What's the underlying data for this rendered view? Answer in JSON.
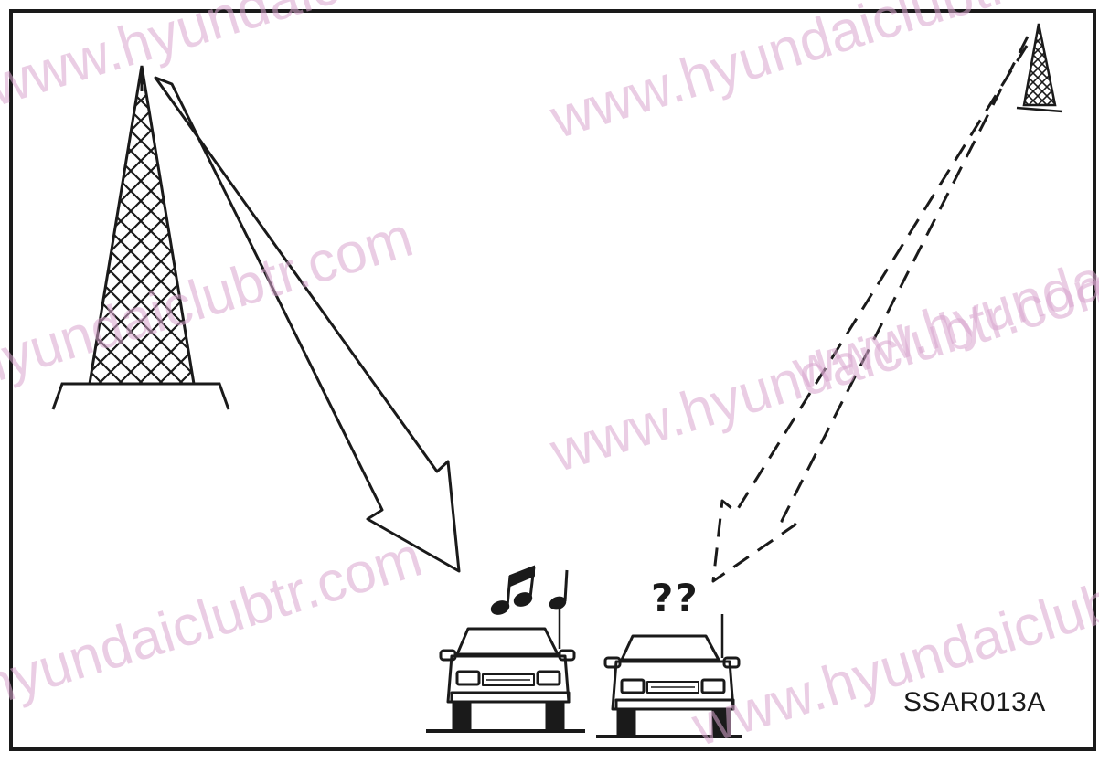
{
  "figure": {
    "code_label": "SSAR013A",
    "question_marks": "??",
    "icons": {
      "left_tower": "broadcast-tower-icon",
      "right_tower": "broadcast-tower-icon",
      "strong_signal": "solid-arrow-icon",
      "weak_signal": "dashed-arrow-icon",
      "music": "music-notes-icon",
      "car_left": "car-icon",
      "car_right": "car-icon"
    }
  },
  "watermarks": [
    "www.hyundaiclubtr.com",
    "www.hyundaiclubtr.com",
    "www.hyundaiclubtr.com",
    "www.hyundaiclubtr.com",
    "www.hyundaiclubtr.com",
    "www.hyundaiclubtr.com",
    "www.hyundaiclubtr.com"
  ]
}
